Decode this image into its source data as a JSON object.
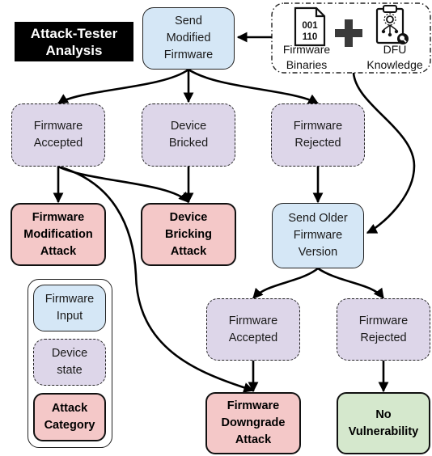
{
  "title": "Attack-Tester\nAnalysis",
  "nodes": {
    "send_modified": "Send\nModified\nFirmware",
    "accepted_1": "Firmware\nAccepted",
    "bricked": "Device\nBricked",
    "rejected_1": "Firmware\nRejected",
    "mod_attack": "Firmware\nModification\nAttack",
    "brick_attack": "Device\nBricking\nAttack",
    "send_older": "Send Older\nFirmware\nVersion",
    "accepted_2": "Firmware\nAccepted",
    "rejected_2": "Firmware\nRejected",
    "downgrade_attack": "Firmware\nDowngrade\nAttack",
    "no_vuln": "No\nVulnerability"
  },
  "inputs": {
    "binaries_label": "Firmware\nBinaries",
    "binary_digits_top": "001",
    "binary_digits_bottom": "110",
    "dfu_label": "DFU\nKnowledge"
  },
  "legend": {
    "input": "Firmware\nInput",
    "state": "Device\nstate",
    "attack": "Attack\nCategory"
  },
  "colors": {
    "firmware_input": "#d5e7f6",
    "device_state": "#ddd6e9",
    "attack_category": "#f4c8c8",
    "no_vulnerability": "#d5e8cd"
  }
}
